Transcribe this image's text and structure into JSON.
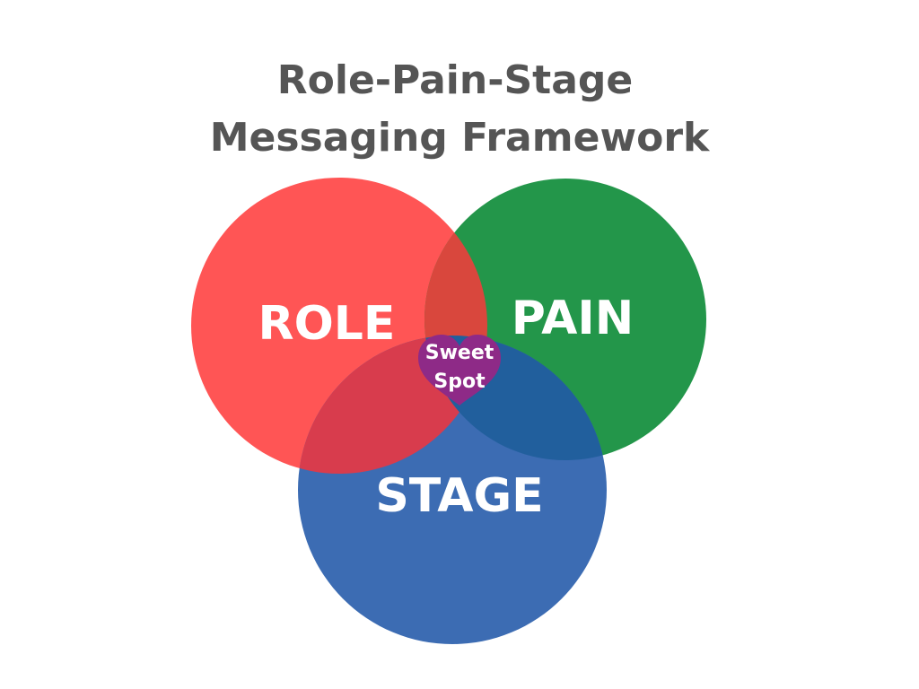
{
  "title": {
    "line1": "Role-Pain-Stage",
    "line2": "Messaging Framework"
  },
  "circles": {
    "role": {
      "label": "ROLE",
      "color": "#ff5555"
    },
    "pain": {
      "label": "PAIN",
      "color": "#23964a"
    },
    "stage": {
      "label": "STAGE",
      "color": "#3c6cb3"
    }
  },
  "overlaps": {
    "role_pain": "#d9473d",
    "role_stage": "#d83c4d",
    "pain_stage": "#215f9d"
  },
  "sweet_spot": {
    "line1": "Sweet",
    "line2": "Spot",
    "color": "#8e2a87",
    "icon": "heart-icon"
  }
}
